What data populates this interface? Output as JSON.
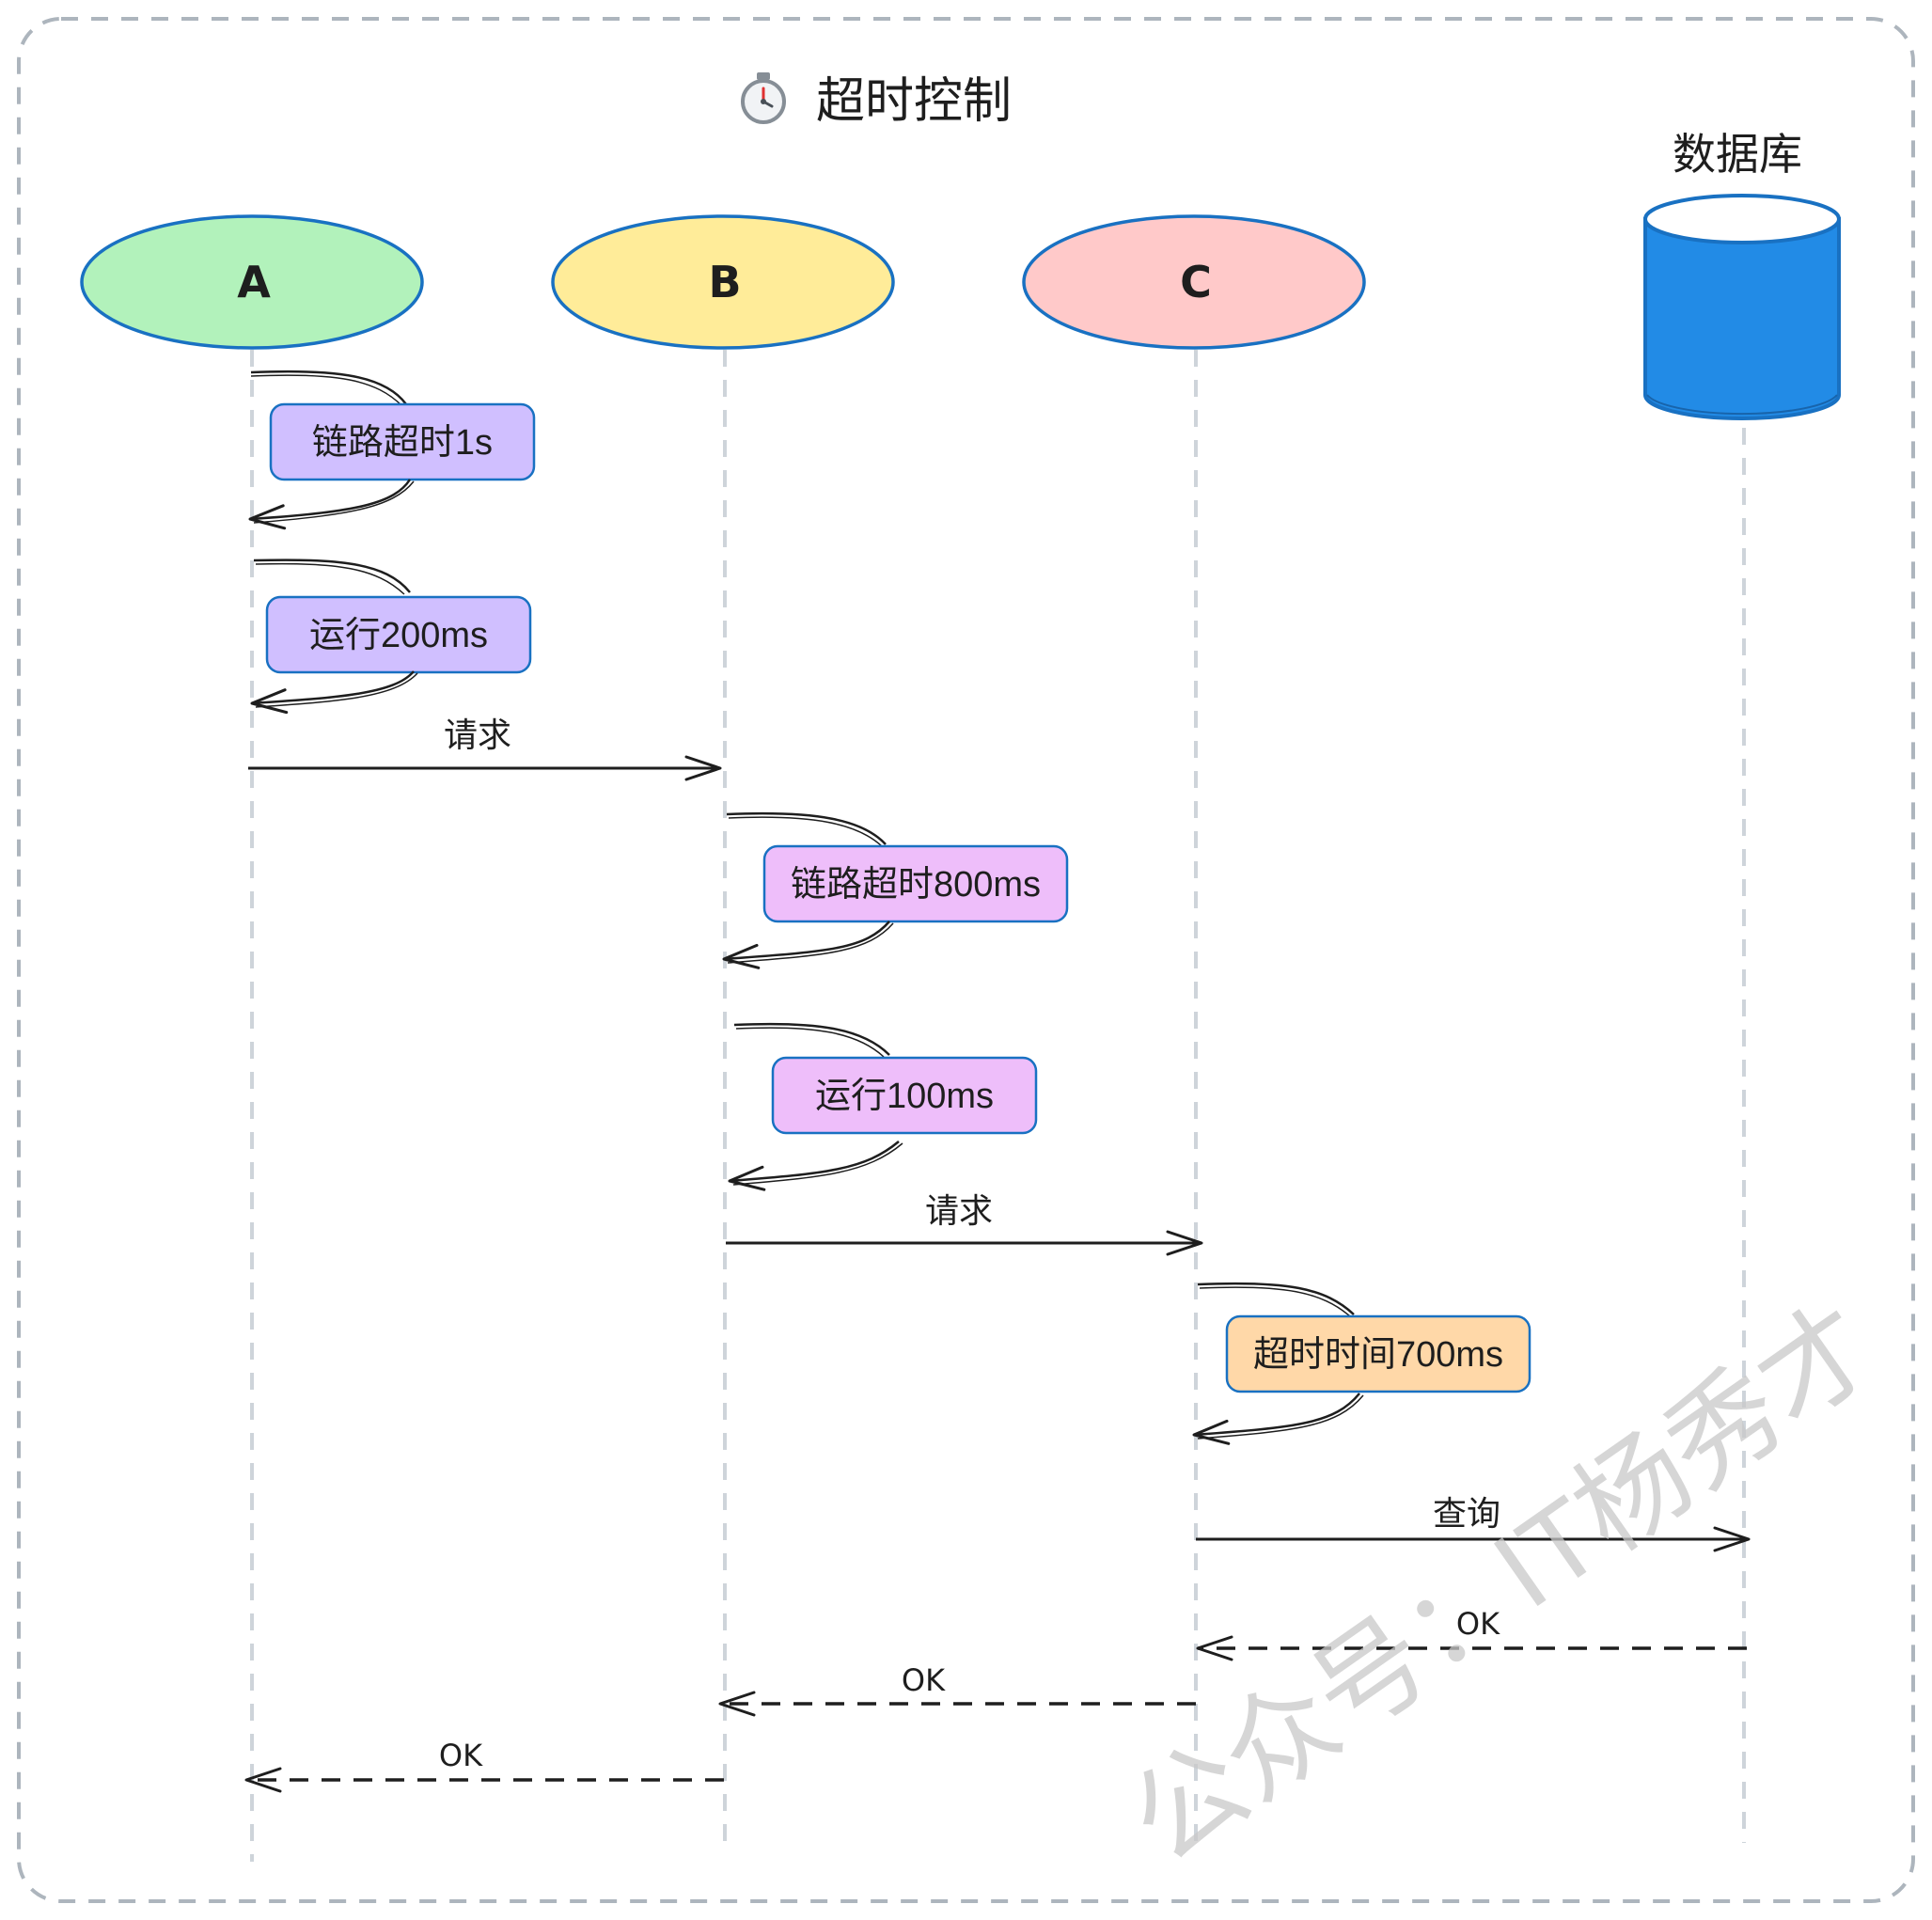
{
  "diagram": {
    "title": "超时控制",
    "title_icon": "stopwatch-icon",
    "participants": [
      {
        "id": "A",
        "label": "A",
        "shape": "ellipse",
        "fill": "#b2f2bb"
      },
      {
        "id": "B",
        "label": "B",
        "shape": "ellipse",
        "fill": "#ffec99"
      },
      {
        "id": "C",
        "label": "C",
        "shape": "ellipse",
        "fill": "#ffc9c9"
      },
      {
        "id": "DB",
        "label": "数据库",
        "shape": "cylinder",
        "fill": "#228be6"
      }
    ],
    "self_notes": [
      {
        "on": "A",
        "text": "链路超时1s",
        "fill": "#d0bfff"
      },
      {
        "on": "A",
        "text": "运行200ms",
        "fill": "#d0bfff"
      },
      {
        "on": "B",
        "text": "链路超时800ms",
        "fill": "#eebefa"
      },
      {
        "on": "B",
        "text": "运行100ms",
        "fill": "#eebefa"
      },
      {
        "on": "C",
        "text": "超时时间700ms",
        "fill": "#ffd8a8"
      }
    ],
    "messages": [
      {
        "from": "A",
        "to": "B",
        "label": "请求",
        "style": "solid"
      },
      {
        "from": "B",
        "to": "C",
        "label": "请求",
        "style": "solid"
      },
      {
        "from": "C",
        "to": "DB",
        "label": "查询",
        "style": "solid"
      },
      {
        "from": "DB",
        "to": "C",
        "label": "OK",
        "style": "dashed"
      },
      {
        "from": "C",
        "to": "B",
        "label": "OK",
        "style": "dashed"
      },
      {
        "from": "B",
        "to": "A",
        "label": "OK",
        "style": "dashed"
      }
    ],
    "watermark": "公众号：IT杨秀才",
    "colors": {
      "stroke": "#1e1e1e",
      "outline": "#1971c2",
      "lifeline": "#ced4da",
      "frame": "#adb5bd"
    }
  }
}
